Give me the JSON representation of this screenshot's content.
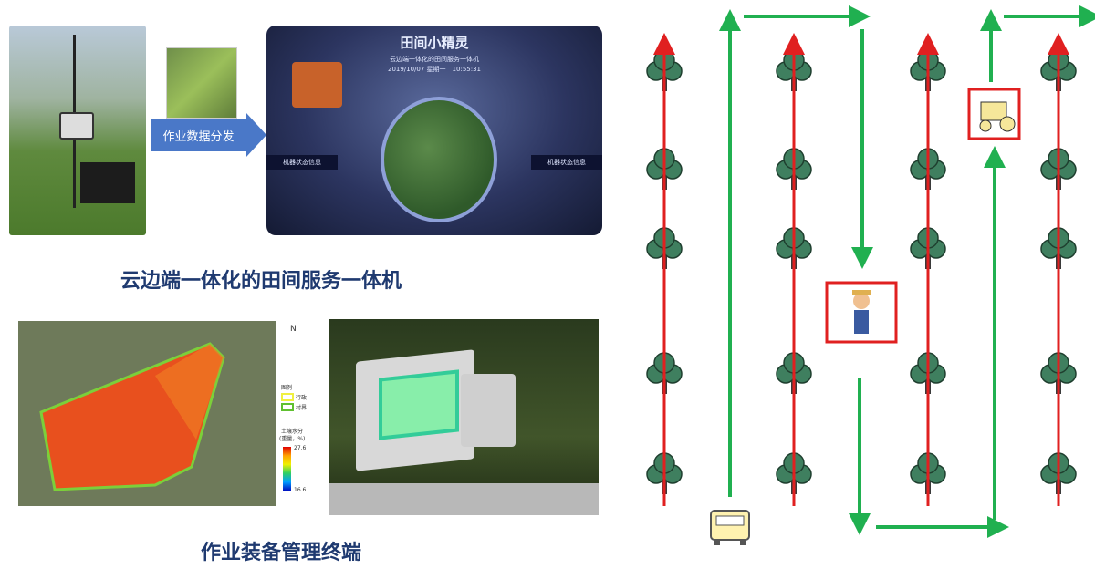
{
  "top_left": {
    "arrow_label": "作业数据分发",
    "caption": "云边端一体化的田间服务一体机"
  },
  "dashboard": {
    "title": "田间小精灵",
    "subtitle": "云边端一体化的田间服务一体机",
    "datetime": "2019/10/07 星期一　10:55:31",
    "left_panel_label": "机器状态信息",
    "right_panel_label": "机器状态信息"
  },
  "map_legend": {
    "north": "N",
    "legend_title": "图例",
    "items": [
      "行政",
      "村界"
    ],
    "scale_title": "土壤水分",
    "scale_unit": "(重量，%)",
    "max": "27.6",
    "min": "16.6"
  },
  "bottom_left": {
    "caption": "作业装备管理终端"
  },
  "diagram": {
    "colors": {
      "row_arrow": "#e02020",
      "path_arrow": "#20b050",
      "tree": "#3f7f5f",
      "highlight_box": "#e02020",
      "vehicle": "#fff2b0"
    },
    "icons": [
      "tree-icon",
      "farmer-icon",
      "tractor-icon",
      "van-icon"
    ]
  }
}
